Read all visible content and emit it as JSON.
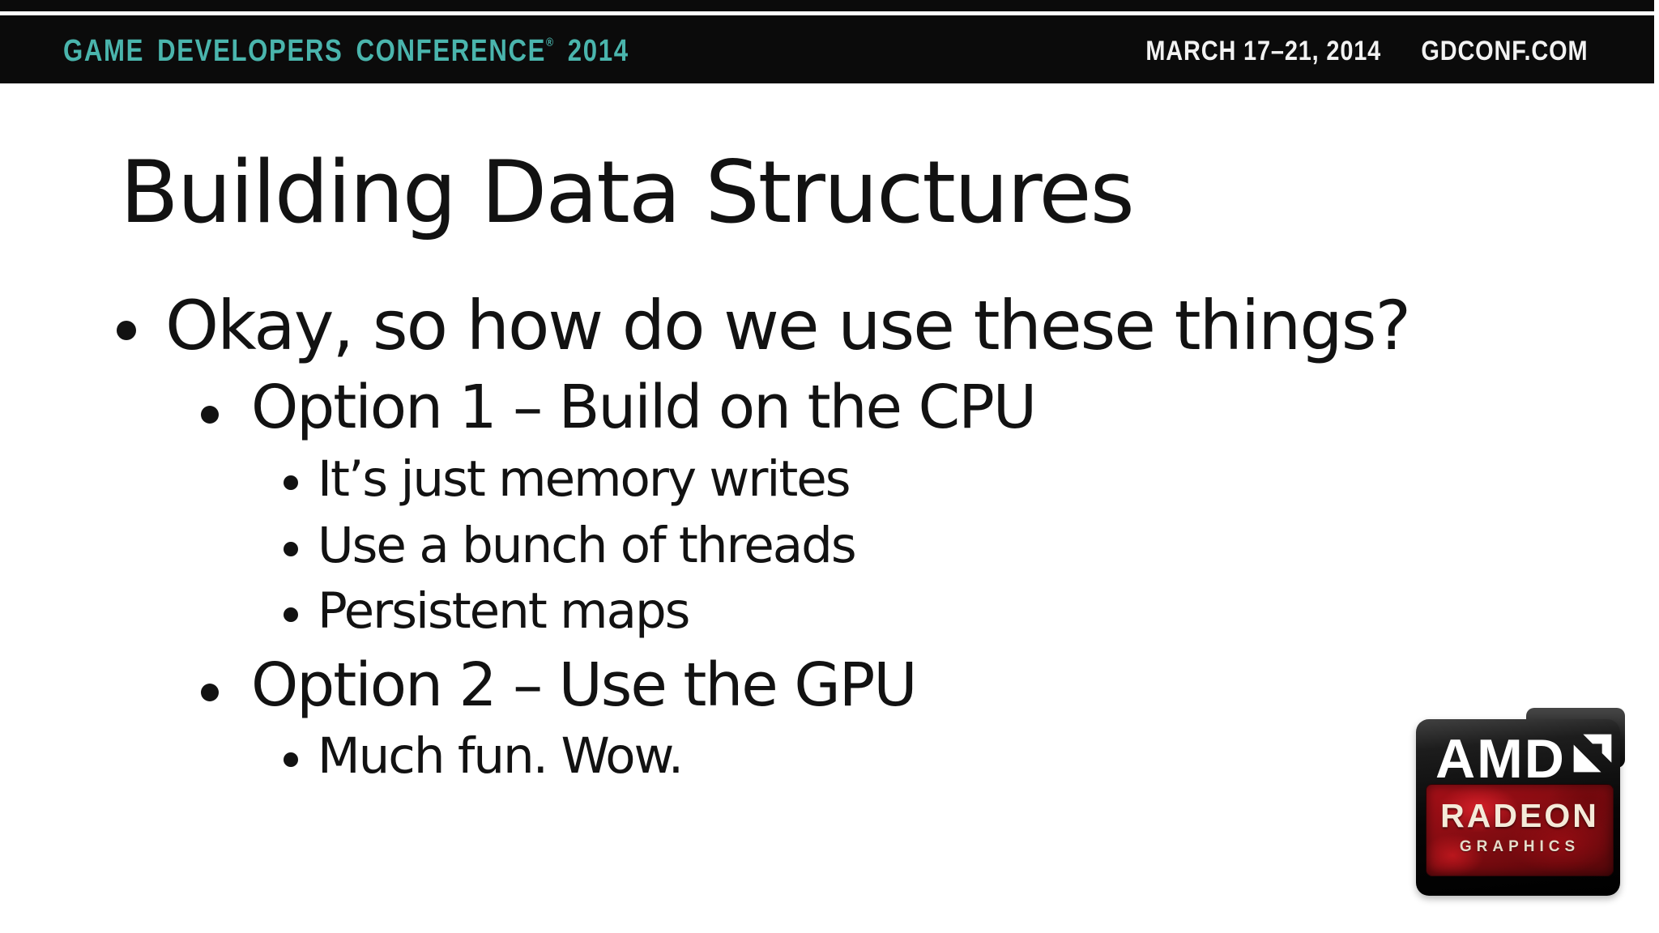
{
  "header": {
    "brand": "GAME DEVELOPERS CONFERENCE",
    "reg": "®",
    "year": "2014",
    "dates": "MARCH 17–21, 2014",
    "website": "GDCONF.COM"
  },
  "slide": {
    "title": "Building Data Structures",
    "bullets": [
      {
        "level": 1,
        "text": "Okay, so how do we use these things?"
      },
      {
        "level": 2,
        "text": "Option 1 – Build on the CPU"
      },
      {
        "level": 3,
        "text": "It’s just memory writes"
      },
      {
        "level": 3,
        "text": "Use a bunch of threads"
      },
      {
        "level": 3,
        "text": "Persistent maps"
      },
      {
        "level": 2,
        "text": "Option 2 – Use the GPU"
      },
      {
        "level": 3,
        "text": "Much fun. Wow."
      }
    ]
  },
  "logo": {
    "brand": "AMD",
    "product": "RADEON",
    "subtitle": "GRAPHICS"
  },
  "colors": {
    "teal": "#4ab5ad",
    "bar": "#0b0b0b",
    "ink": "#121212",
    "radeon-red": "#a81018"
  }
}
